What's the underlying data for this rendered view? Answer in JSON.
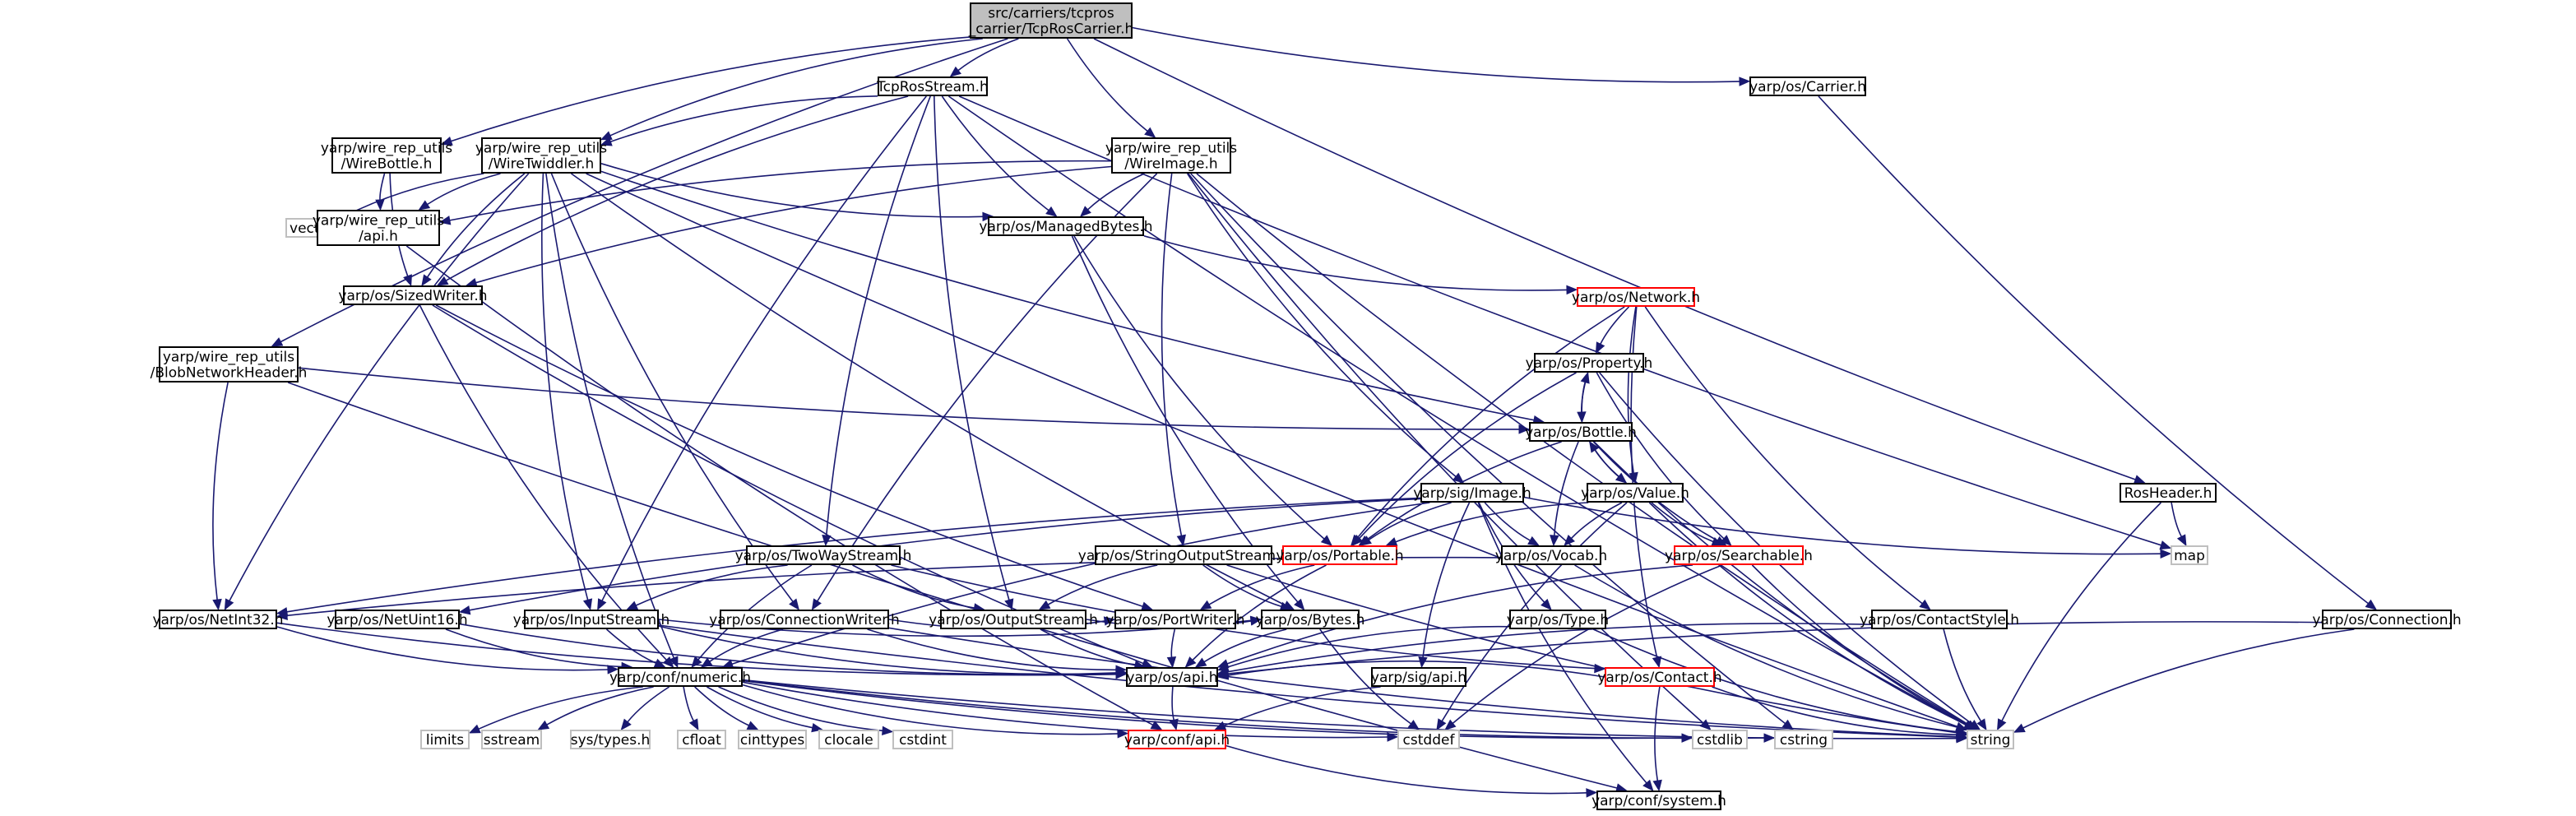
{
  "colors": {
    "edge": "#191970",
    "node_border": "#000000",
    "node_red_border": "#ff0000",
    "node_gray_border": "#bfbfbf",
    "root_fill": "#bfbfbf",
    "node_fill": "#ffffff",
    "text": "#000000"
  },
  "nodes": [
    {
      "id": "root",
      "lines": [
        "src/carriers/tcpros",
        "_carrier/TcpRosCarrier.h"
      ],
      "style": "root"
    },
    {
      "id": "tcprosstream",
      "lines": [
        "TcpRosStream.h"
      ],
      "style": "normal"
    },
    {
      "id": "carrier",
      "lines": [
        "yarp/os/Carrier.h"
      ],
      "style": "normal"
    },
    {
      "id": "wirebottle",
      "lines": [
        "yarp/wire_rep_utils",
        "/WireBottle.h"
      ],
      "style": "normal"
    },
    {
      "id": "wiretwiddler",
      "lines": [
        "yarp/wire_rep_utils",
        "/WireTwiddler.h"
      ],
      "style": "normal"
    },
    {
      "id": "wireimage",
      "lines": [
        "yarp/wire_rep_utils",
        "/WireImage.h"
      ],
      "style": "normal"
    },
    {
      "id": "vector",
      "lines": [
        "vector"
      ],
      "style": "system"
    },
    {
      "id": "wireapi",
      "lines": [
        "yarp/wire_rep_utils",
        "/api.h"
      ],
      "style": "normal"
    },
    {
      "id": "managedbytes",
      "lines": [
        "yarp/os/ManagedBytes.h"
      ],
      "style": "normal"
    },
    {
      "id": "sizedwriter",
      "lines": [
        "yarp/os/SizedWriter.h"
      ],
      "style": "normal"
    },
    {
      "id": "network",
      "lines": [
        "yarp/os/Network.h"
      ],
      "style": "red"
    },
    {
      "id": "property",
      "lines": [
        "yarp/os/Property.h"
      ],
      "style": "normal"
    },
    {
      "id": "blobheader",
      "lines": [
        "yarp/wire_rep_utils",
        "/BlobNetworkHeader.h"
      ],
      "style": "normal"
    },
    {
      "id": "bottle",
      "lines": [
        "yarp/os/Bottle.h"
      ],
      "style": "normal"
    },
    {
      "id": "value",
      "lines": [
        "yarp/os/Value.h"
      ],
      "style": "normal"
    },
    {
      "id": "image",
      "lines": [
        "yarp/sig/Image.h"
      ],
      "style": "normal"
    },
    {
      "id": "rosheader",
      "lines": [
        "RosHeader.h"
      ],
      "style": "normal"
    },
    {
      "id": "twowaystream",
      "lines": [
        "yarp/os/TwoWayStream.h"
      ],
      "style": "normal"
    },
    {
      "id": "stringoutputstream",
      "lines": [
        "yarp/os/StringOutputStream.h"
      ],
      "style": "normal"
    },
    {
      "id": "portable",
      "lines": [
        "yarp/os/Portable.h"
      ],
      "style": "red"
    },
    {
      "id": "vocab",
      "lines": [
        "yarp/os/Vocab.h"
      ],
      "style": "normal"
    },
    {
      "id": "searchable",
      "lines": [
        "yarp/os/Searchable.h"
      ],
      "style": "red"
    },
    {
      "id": "map",
      "lines": [
        "map"
      ],
      "style": "system"
    },
    {
      "id": "netint32",
      "lines": [
        "yarp/os/NetInt32.h"
      ],
      "style": "normal"
    },
    {
      "id": "netuint16",
      "lines": [
        "yarp/os/NetUint16.h"
      ],
      "style": "normal"
    },
    {
      "id": "inputstream",
      "lines": [
        "yarp/os/InputStream.h"
      ],
      "style": "normal"
    },
    {
      "id": "connectionwriter",
      "lines": [
        "yarp/os/ConnectionWriter.h"
      ],
      "style": "normal"
    },
    {
      "id": "outputstream",
      "lines": [
        "yarp/os/OutputStream.h"
      ],
      "style": "normal"
    },
    {
      "id": "portwriter",
      "lines": [
        "yarp/os/PortWriter.h"
      ],
      "style": "normal"
    },
    {
      "id": "bytes",
      "lines": [
        "yarp/os/Bytes.h"
      ],
      "style": "normal"
    },
    {
      "id": "type",
      "lines": [
        "yarp/os/Type.h"
      ],
      "style": "normal"
    },
    {
      "id": "contactstyle",
      "lines": [
        "yarp/os/ContactStyle.h"
      ],
      "style": "normal"
    },
    {
      "id": "connection",
      "lines": [
        "yarp/os/Connection.h"
      ],
      "style": "normal"
    },
    {
      "id": "numeric",
      "lines": [
        "yarp/conf/numeric.h"
      ],
      "style": "normal"
    },
    {
      "id": "osapi",
      "lines": [
        "yarp/os/api.h"
      ],
      "style": "normal"
    },
    {
      "id": "sigapi",
      "lines": [
        "yarp/sig/api.h"
      ],
      "style": "normal"
    },
    {
      "id": "contact",
      "lines": [
        "yarp/os/Contact.h"
      ],
      "style": "red"
    },
    {
      "id": "limits",
      "lines": [
        "limits"
      ],
      "style": "system"
    },
    {
      "id": "sstream",
      "lines": [
        "sstream"
      ],
      "style": "system"
    },
    {
      "id": "systypes",
      "lines": [
        "sys/types.h"
      ],
      "style": "system"
    },
    {
      "id": "cfloat",
      "lines": [
        "cfloat"
      ],
      "style": "system"
    },
    {
      "id": "cinttypes",
      "lines": [
        "cinttypes"
      ],
      "style": "system"
    },
    {
      "id": "clocale",
      "lines": [
        "clocale"
      ],
      "style": "system"
    },
    {
      "id": "cstdint",
      "lines": [
        "cstdint"
      ],
      "style": "system"
    },
    {
      "id": "confapi",
      "lines": [
        "yarp/conf/api.h"
      ],
      "style": "red"
    },
    {
      "id": "cstddef",
      "lines": [
        "cstddef"
      ],
      "style": "system"
    },
    {
      "id": "cstdlib",
      "lines": [
        "cstdlib"
      ],
      "style": "system"
    },
    {
      "id": "cstring",
      "lines": [
        "cstring"
      ],
      "style": "system"
    },
    {
      "id": "string",
      "lines": [
        "string"
      ],
      "style": "system"
    },
    {
      "id": "system",
      "lines": [
        "yarp/conf/system.h"
      ],
      "style": "normal"
    }
  ],
  "edges": [
    [
      "root",
      "tcprosstream"
    ],
    [
      "root",
      "carrier"
    ],
    [
      "root",
      "wirebottle"
    ],
    [
      "root",
      "wiretwiddler"
    ],
    [
      "root",
      "wireimage"
    ],
    [
      "root",
      "blobheader"
    ],
    [
      "root",
      "rosheader"
    ],
    [
      "tcprosstream",
      "wiretwiddler"
    ],
    [
      "tcprosstream",
      "managedbytes"
    ],
    [
      "tcprosstream",
      "sizedwriter"
    ],
    [
      "tcprosstream",
      "twowaystream"
    ],
    [
      "tcprosstream",
      "inputstream"
    ],
    [
      "tcprosstream",
      "outputstream"
    ],
    [
      "tcprosstream",
      "string"
    ],
    [
      "tcprosstream",
      "map"
    ],
    [
      "carrier",
      "connection"
    ],
    [
      "wirebottle",
      "wireapi"
    ],
    [
      "wirebottle",
      "sizedwriter"
    ],
    [
      "wiretwiddler",
      "vector"
    ],
    [
      "wiretwiddler",
      "wireapi"
    ],
    [
      "wiretwiddler",
      "managedbytes"
    ],
    [
      "wiretwiddler",
      "sizedwriter"
    ],
    [
      "wiretwiddler",
      "bottle"
    ],
    [
      "wiretwiddler",
      "netint32"
    ],
    [
      "wiretwiddler",
      "inputstream"
    ],
    [
      "wiretwiddler",
      "connectionwriter"
    ],
    [
      "wiretwiddler",
      "bytes"
    ],
    [
      "wiretwiddler",
      "numeric"
    ],
    [
      "wiretwiddler",
      "string"
    ],
    [
      "wireimage",
      "wireapi"
    ],
    [
      "wireimage",
      "managedbytes"
    ],
    [
      "wireimage",
      "sizedwriter"
    ],
    [
      "wireimage",
      "image"
    ],
    [
      "wireimage",
      "stringoutputstream"
    ],
    [
      "wireimage",
      "connectionwriter"
    ],
    [
      "wireimage",
      "cstring"
    ],
    [
      "wireimage",
      "string"
    ],
    [
      "wireimage",
      "cstdlib"
    ],
    [
      "wireapi",
      "confapi"
    ],
    [
      "managedbytes",
      "network"
    ],
    [
      "managedbytes",
      "portable"
    ],
    [
      "managedbytes",
      "bytes"
    ],
    [
      "sizedwriter",
      "portwriter"
    ],
    [
      "sizedwriter",
      "numeric"
    ],
    [
      "sizedwriter",
      "osapi"
    ],
    [
      "network",
      "property"
    ],
    [
      "network",
      "portable"
    ],
    [
      "network",
      "value"
    ],
    [
      "network",
      "contact"
    ],
    [
      "network",
      "contactstyle"
    ],
    [
      "property",
      "bottle"
    ],
    [
      "property",
      "portable"
    ],
    [
      "property",
      "searchable"
    ],
    [
      "property",
      "string"
    ],
    [
      "blobheader",
      "bottle"
    ],
    [
      "blobheader",
      "netint32"
    ],
    [
      "blobheader",
      "system"
    ],
    [
      "bottle",
      "property"
    ],
    [
      "bottle",
      "value"
    ],
    [
      "bottle",
      "portable"
    ],
    [
      "bottle",
      "searchable"
    ],
    [
      "bottle",
      "vocab"
    ],
    [
      "bottle",
      "string"
    ],
    [
      "value",
      "bottle"
    ],
    [
      "value",
      "portable"
    ],
    [
      "value",
      "searchable"
    ],
    [
      "value",
      "vocab"
    ],
    [
      "value",
      "string"
    ],
    [
      "value",
      "cstddef"
    ],
    [
      "image",
      "portable"
    ],
    [
      "image",
      "vocab"
    ],
    [
      "image",
      "type"
    ],
    [
      "image",
      "sigapi"
    ],
    [
      "image",
      "netint32"
    ],
    [
      "image",
      "netuint16"
    ],
    [
      "image",
      "numeric"
    ],
    [
      "image",
      "map"
    ],
    [
      "image",
      "system"
    ],
    [
      "rosheader",
      "map"
    ],
    [
      "rosheader",
      "string"
    ],
    [
      "twowaystream",
      "inputstream"
    ],
    [
      "twowaystream",
      "outputstream"
    ],
    [
      "twowaystream",
      "numeric"
    ],
    [
      "twowaystream",
      "contact"
    ],
    [
      "stringoutputstream",
      "outputstream"
    ],
    [
      "stringoutputstream",
      "bytes"
    ],
    [
      "stringoutputstream",
      "string"
    ],
    [
      "portable",
      "portwriter"
    ],
    [
      "portable",
      "osapi"
    ],
    [
      "vocab",
      "netint32"
    ],
    [
      "vocab",
      "string"
    ],
    [
      "searchable",
      "osapi"
    ],
    [
      "searchable",
      "string"
    ],
    [
      "searchable",
      "cstddef"
    ],
    [
      "netint32",
      "numeric"
    ],
    [
      "netint32",
      "osapi"
    ],
    [
      "netuint16",
      "numeric"
    ],
    [
      "netuint16",
      "osapi"
    ],
    [
      "inputstream",
      "bytes"
    ],
    [
      "inputstream",
      "numeric"
    ],
    [
      "inputstream",
      "osapi"
    ],
    [
      "inputstream",
      "string"
    ],
    [
      "connectionwriter",
      "portwriter"
    ],
    [
      "connectionwriter",
      "numeric"
    ],
    [
      "connectionwriter",
      "osapi"
    ],
    [
      "connectionwriter",
      "string"
    ],
    [
      "outputstream",
      "bytes"
    ],
    [
      "outputstream",
      "osapi"
    ],
    [
      "portwriter",
      "osapi"
    ],
    [
      "bytes",
      "osapi"
    ],
    [
      "bytes",
      "cstddef"
    ],
    [
      "type",
      "osapi"
    ],
    [
      "type",
      "string"
    ],
    [
      "contactstyle",
      "osapi"
    ],
    [
      "contactstyle",
      "string"
    ],
    [
      "connection",
      "osapi"
    ],
    [
      "connection",
      "string"
    ],
    [
      "numeric",
      "limits"
    ],
    [
      "numeric",
      "sstream"
    ],
    [
      "numeric",
      "systypes"
    ],
    [
      "numeric",
      "cfloat"
    ],
    [
      "numeric",
      "cinttypes"
    ],
    [
      "numeric",
      "clocale"
    ],
    [
      "numeric",
      "cstdint"
    ],
    [
      "numeric",
      "confapi"
    ],
    [
      "numeric",
      "cstddef"
    ],
    [
      "numeric",
      "cstdlib"
    ],
    [
      "numeric",
      "cstring"
    ],
    [
      "numeric",
      "string"
    ],
    [
      "osapi",
      "confapi"
    ],
    [
      "sigapi",
      "confapi"
    ],
    [
      "contact",
      "osapi"
    ],
    [
      "contact",
      "string"
    ],
    [
      "contact",
      "system"
    ],
    [
      "confapi",
      "system"
    ]
  ]
}
